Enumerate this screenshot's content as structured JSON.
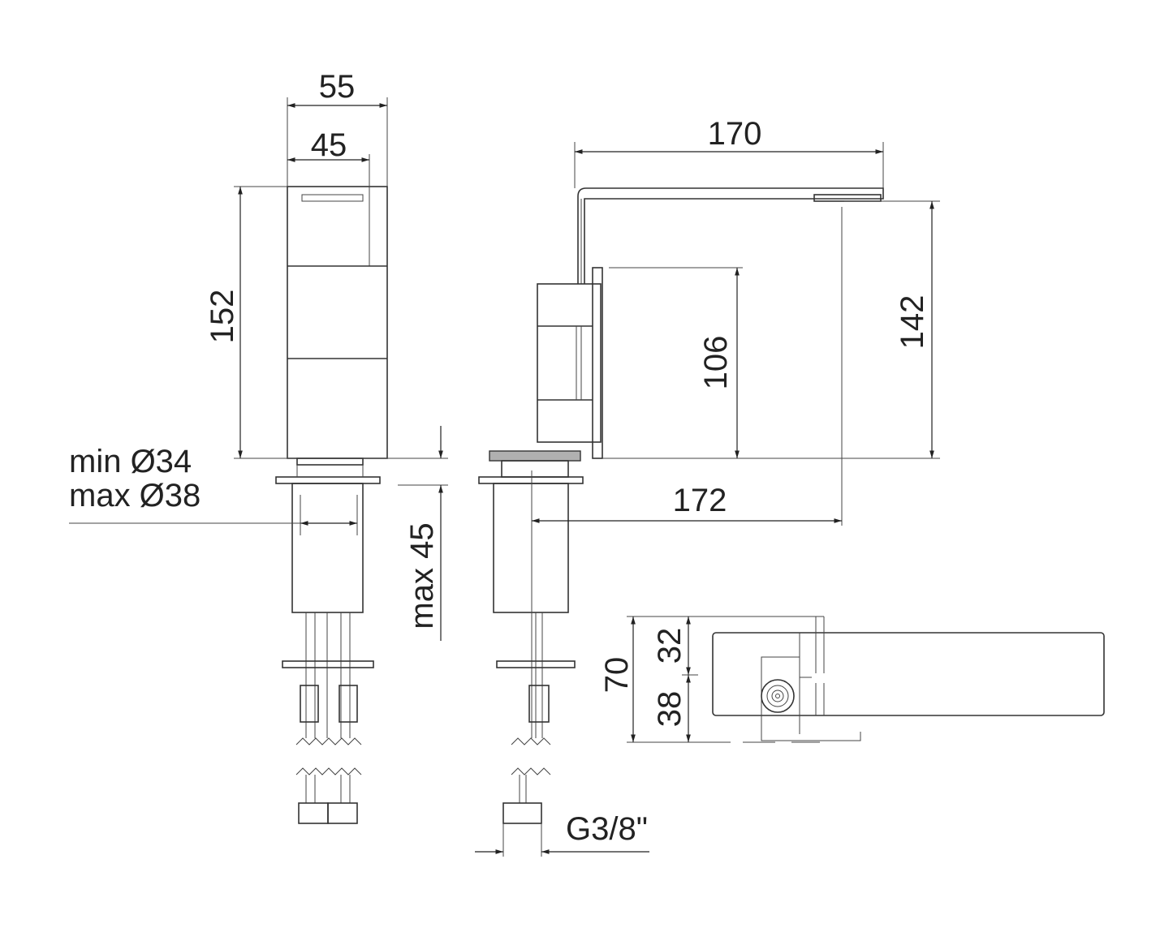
{
  "dimensions": {
    "front_width_outer": "55",
    "front_width_inner": "45",
    "front_height": "152",
    "hole_min": "min Ø34",
    "hole_max": "max Ø38",
    "deck_thickness": "max 45",
    "spout_reach": "170",
    "spout_to_hole": "172",
    "body_height": "106",
    "spout_height": "142",
    "connection": "G3/8\"",
    "plan_depth": "70",
    "plan_front": "32",
    "plan_back": "38"
  },
  "colors": {
    "line": "#333333",
    "base_plate": "#b0b0b0"
  }
}
